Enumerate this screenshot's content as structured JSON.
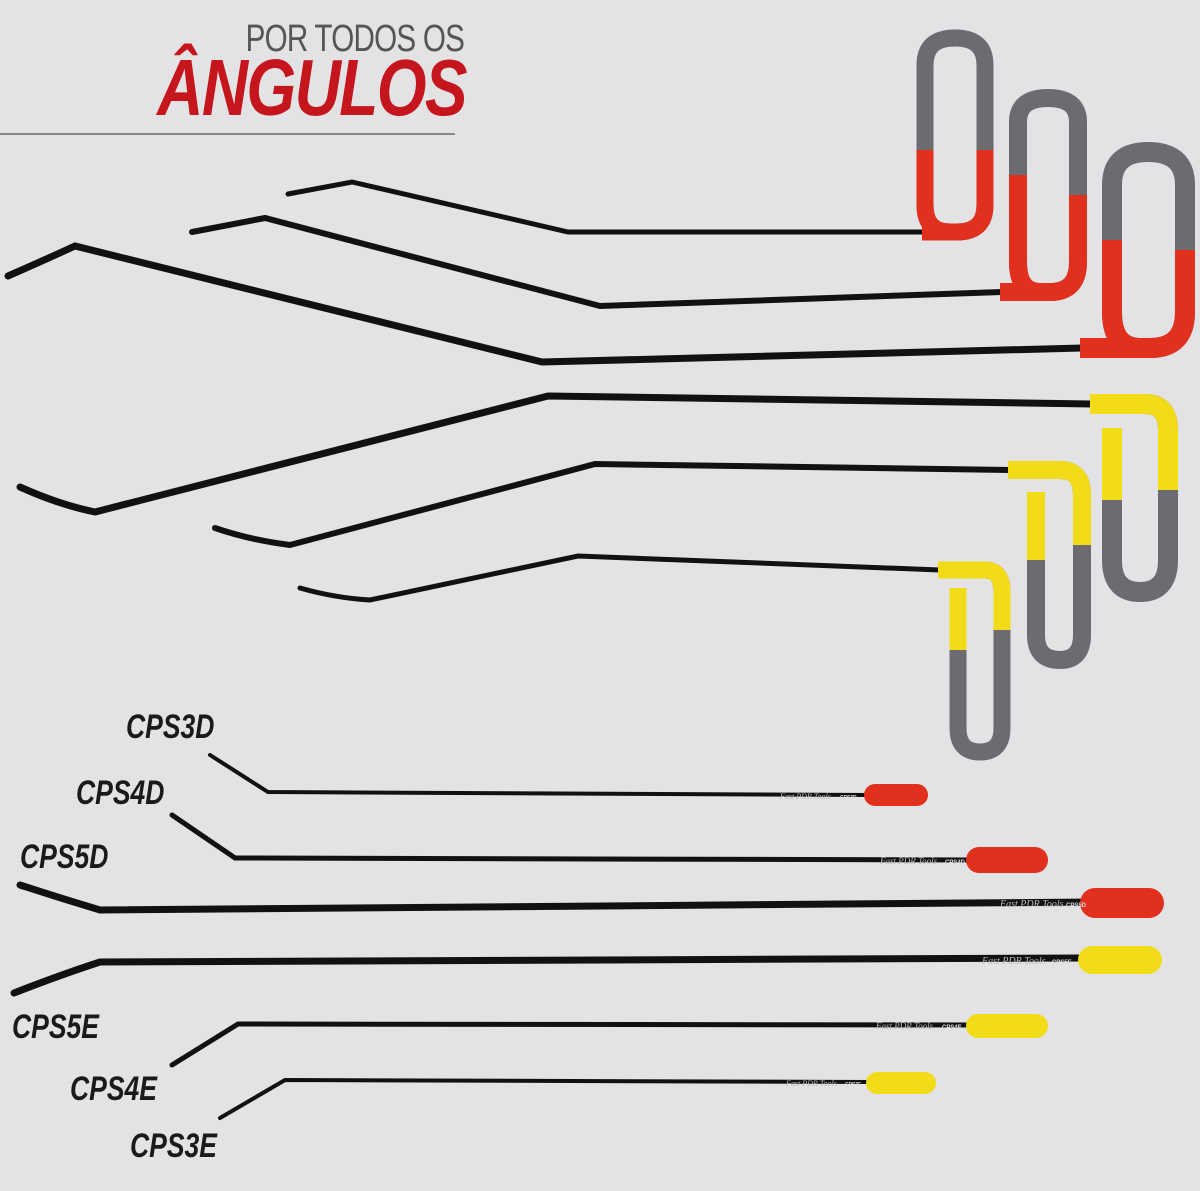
{
  "headline": {
    "line1": "POR TODOS OS",
    "line2": "ÂNGULOS"
  },
  "colors": {
    "background": "#e3e3e5",
    "accent_red": "#c4161c",
    "handle_red": "#e2301e",
    "handle_yellow": "#f2dc1a",
    "handle_grey": "#6c6c70",
    "rod": "#111111"
  },
  "tool_labels": {
    "cps3d": "CPS3D",
    "cps4d": "CPS4D",
    "cps5d": "CPS5D",
    "cps5e": "CPS5E",
    "cps4e": "CPS4E",
    "cps3e": "CPS3E"
  },
  "rod_engraving": {
    "brand": "Fast PDR Tools",
    "cps3d": "CPS3D",
    "cps4d": "CPS4D",
    "cps5d": "CPS5D",
    "cps5e": "CPS5E",
    "cps4e": "CPS4E",
    "cps3e": "CPS3E"
  }
}
